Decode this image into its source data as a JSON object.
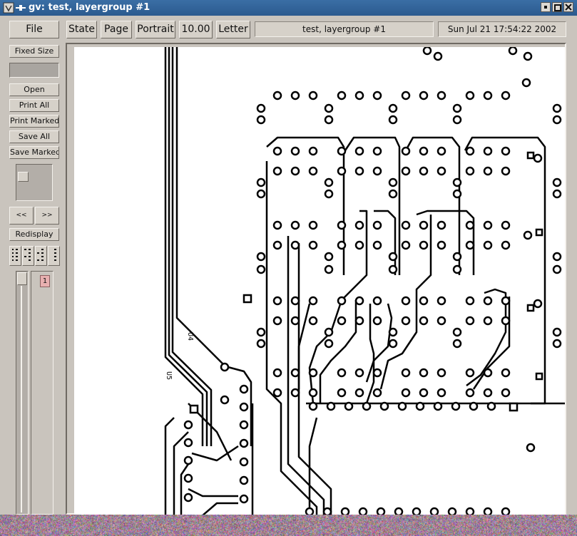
{
  "window": {
    "title": "gv: test, layergroup #1"
  },
  "toolbar": {
    "file_label": "File",
    "state_label": "State",
    "page_label": "Page",
    "orientation_label": "Portrait",
    "magnification_label": "10.00",
    "media_label": "Letter",
    "document_title": "test, layergroup #1",
    "date": "Sun Jul 21 17:54:22 2002"
  },
  "sidebar": {
    "fixed_size_label": "Fixed Size",
    "open_label": "Open",
    "print_all_label": "Print All",
    "print_marked_label": "Print Marked",
    "save_all_label": "Save All",
    "save_marked_label": "Save Marked",
    "prev_label": "<<",
    "next_label": ">>",
    "redisplay_label": "Redisplay",
    "page_list": [
      "1"
    ]
  },
  "icons": [
    "window-menu-icon",
    "shade-icon",
    "minimize-icon",
    "maximize-icon",
    "close-icon",
    "mark-page-icon",
    "mark-odd-icon",
    "mark-even-icon",
    "unmark-icon"
  ],
  "colors": {
    "titlebar": "#2b5a8e",
    "background": "#c9c4bd",
    "page": "#ffffff",
    "ink": "#000000",
    "page_marker": "#e8b0b0"
  }
}
